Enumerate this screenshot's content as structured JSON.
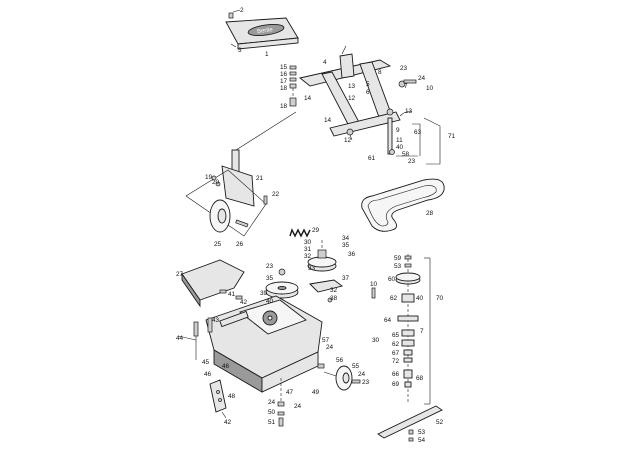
{
  "decal_text": "Bertie",
  "callouts": {
    "c1": "1",
    "c2": "2",
    "c3": "3",
    "c4": "4",
    "c5": "5",
    "c6": "6",
    "c7": "7",
    "c8": "8",
    "c9": "9",
    "c10": "10",
    "c11": "11",
    "c12": "12",
    "c13": "13",
    "c13b": "13",
    "c14": "14",
    "c14b": "14",
    "c15": "15",
    "c16": "16",
    "c17": "17",
    "c18": "18",
    "c18b": "18",
    "c19": "19",
    "c20": "20",
    "c21": "21",
    "c22": "22",
    "c23a": "23",
    "c23b": "23",
    "c23c": "23",
    "c23d": "23",
    "c24a": "24",
    "c24b": "24",
    "c24c": "24",
    "c24d": "24",
    "c24e": "24",
    "c25": "25",
    "c26": "26",
    "c27": "27",
    "c28": "28",
    "c29": "29",
    "c30a": "30",
    "c30b": "30",
    "c31": "31",
    "c32a": "32",
    "c32b": "32",
    "c33": "33",
    "c34": "34",
    "c35": "35",
    "c36": "36",
    "c37": "37",
    "c38a": "38",
    "c38b": "38",
    "c39": "39",
    "c40": "40",
    "c40b": "40",
    "c41": "41",
    "c42a": "42",
    "c42b": "42",
    "c43": "43",
    "c44": "44",
    "c45": "45",
    "c46a": "46",
    "c46b": "46",
    "c47": "47",
    "c48": "48",
    "c49": "49",
    "c50": "50",
    "c51": "51",
    "c52": "52",
    "c53a": "53",
    "c53b": "53",
    "c54": "54",
    "c55": "55",
    "c56": "56",
    "c57": "57",
    "c58": "58",
    "c59": "59",
    "c60": "60",
    "c61": "61",
    "c62a": "62",
    "c62b": "62",
    "c63": "63",
    "c64": "64",
    "c65": "65",
    "c66": "66",
    "c67": "67",
    "c68": "68",
    "c69": "69",
    "c70": "70",
    "c71": "71",
    "c72": "72"
  }
}
